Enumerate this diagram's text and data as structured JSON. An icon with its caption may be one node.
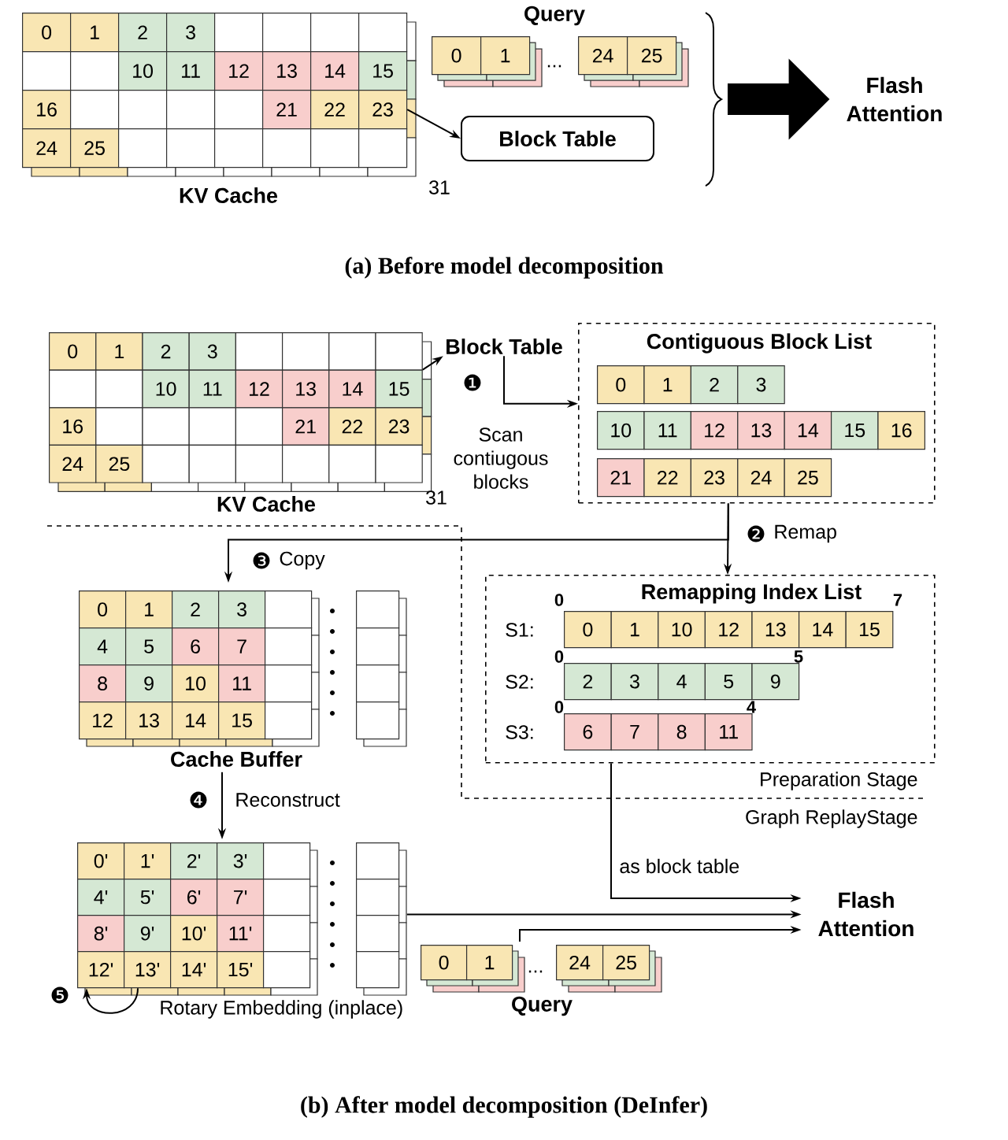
{
  "diagram": {
    "nodes": [
      {
        "text": [
          "KV Cache"
        ],
        "beside": [
          "31"
        ]
      },
      {
        "text": [
          "0"
        ],
        "in": 0
      },
      {
        "text": [
          "1"
        ],
        "in": 0
      },
      {
        "text": [
          "2"
        ],
        "in": 0
      },
      {
        "text": [
          "3"
        ],
        "in": 0
      },
      {
        "text": [],
        "shape": "box",
        "in": 0
      },
      {
        "text": [],
        "shape": "box",
        "in": 0
      },
      {
        "text": [],
        "shape": "box",
        "in": 0
      },
      {
        "text": [],
        "shape": "box",
        "in": 0
      },
      {
        "text": [],
        "shape": "box",
        "in": 0
      },
      {
        "text": [],
        "shape": "box",
        "in": 0
      },
      {
        "text": [
          "10"
        ],
        "in": 0
      },
      {
        "text": [
          "11"
        ],
        "in": 0
      },
      {
        "text": [
          "12"
        ],
        "in": 0
      },
      {
        "text": [
          "13"
        ],
        "in": 0
      },
      {
        "text": [
          "14"
        ],
        "in": 0
      },
      {
        "text": [
          "15"
        ],
        "in": 0
      },
      {
        "text": [
          "16"
        ],
        "in": 0
      },
      {
        "text": [],
        "shape": "box",
        "in": 0
      },
      {
        "text": [],
        "shape": "box",
        "in": 0
      },
      {
        "text": [],
        "shape": "box",
        "in": 0
      },
      {
        "text": [],
        "shape": "box",
        "in": 0
      },
      {
        "text": [
          "21"
        ],
        "in": 0
      },
      {
        "text": [
          "22"
        ],
        "in": 0
      },
      {
        "text": [
          "23"
        ],
        "in": 0
      },
      {
        "text": [
          "24"
        ],
        "in": 0
      },
      {
        "text": [
          "25"
        ],
        "in": 0
      },
      {
        "text": [],
        "shape": "box",
        "in": 0
      },
      {
        "text": [],
        "shape": "box",
        "in": 0
      },
      {
        "text": [],
        "shape": "box",
        "in": 0
      },
      {
        "text": [],
        "shape": "box",
        "in": 0
      },
      {
        "text": [],
        "shape": "box",
        "in": 0
      },
      {
        "text": [],
        "shape": "box",
        "in": 0
      },
      {
        "text": [
          "Query"
        ]
      },
      {
        "text": [
          "0"
        ],
        "in": 33
      },
      {
        "text": [
          "1"
        ],
        "in": 33
      },
      {
        "text": [
          "24"
        ],
        "in": 33
      },
      {
        "text": [
          "25"
        ],
        "in": 33
      },
      {
        "text": [
          "Block Table"
        ]
      },
      {
        "text": [
          "Flash Attention"
        ]
      },
      {
        "text": [
          "KV Cache"
        ],
        "beside": [
          "31"
        ]
      },
      {
        "text": [
          "0"
        ],
        "in": 40
      },
      {
        "text": [
          "1"
        ],
        "in": 40
      },
      {
        "text": [
          "2"
        ],
        "in": 40
      },
      {
        "text": [
          "3"
        ],
        "in": 40
      },
      {
        "text": [],
        "shape": "box",
        "in": 40
      },
      {
        "text": [],
        "shape": "box",
        "in": 40
      },
      {
        "text": [],
        "shape": "box",
        "in": 40
      },
      {
        "text": [],
        "shape": "box",
        "in": 40
      },
      {
        "text": [],
        "shape": "box",
        "in": 40
      },
      {
        "text": [],
        "shape": "box",
        "in": 40
      },
      {
        "text": [
          "10"
        ],
        "in": 40
      },
      {
        "text": [
          "11"
        ],
        "in": 40
      },
      {
        "text": [
          "12"
        ],
        "in": 40
      },
      {
        "text": [
          "13"
        ],
        "in": 40
      },
      {
        "text": [
          "14"
        ],
        "in": 40
      },
      {
        "text": [
          "15"
        ],
        "in": 40
      },
      {
        "text": [
          "16"
        ],
        "in": 40
      },
      {
        "text": [],
        "shape": "box",
        "in": 40
      },
      {
        "text": [],
        "shape": "box",
        "in": 40
      },
      {
        "text": [],
        "shape": "box",
        "in": 40
      },
      {
        "text": [],
        "shape": "box",
        "in": 40
      },
      {
        "text": [
          "21"
        ],
        "in": 40
      },
      {
        "text": [
          "22"
        ],
        "in": 40
      },
      {
        "text": [
          "23"
        ],
        "in": 40
      },
      {
        "text": [
          "24"
        ],
        "in": 40
      },
      {
        "text": [
          "25"
        ],
        "in": 40
      },
      {
        "text": [],
        "shape": "box",
        "in": 40
      },
      {
        "text": [],
        "shape": "box",
        "in": 40
      },
      {
        "text": [],
        "shape": "box",
        "in": 40
      },
      {
        "text": [],
        "shape": "box",
        "in": 40
      },
      {
        "text": [],
        "shape": "box",
        "in": 40
      },
      {
        "text": [],
        "shape": "box",
        "in": 40
      },
      {
        "text": [
          "Block Table"
        ]
      },
      {
        "text": [
          "Contiguous Block List"
        ]
      },
      {
        "text": [
          "0"
        ],
        "in": 74
      },
      {
        "text": [
          "1"
        ],
        "in": 74
      },
      {
        "text": [
          "2"
        ],
        "in": 74
      },
      {
        "text": [
          "3"
        ],
        "in": 74
      },
      {
        "text": [
          "10"
        ],
        "in": 74
      },
      {
        "text": [
          "11"
        ],
        "in": 74
      },
      {
        "text": [
          "12"
        ],
        "in": 74
      },
      {
        "text": [
          "13"
        ],
        "in": 74
      },
      {
        "text": [
          "14"
        ],
        "in": 74
      },
      {
        "text": [
          "15"
        ],
        "in": 74
      },
      {
        "text": [
          "16"
        ],
        "in": 74
      },
      {
        "text": [
          "21"
        ],
        "in": 74
      },
      {
        "text": [
          "22"
        ],
        "in": 74
      },
      {
        "text": [
          "23"
        ],
        "in": 74
      },
      {
        "text": [
          "24"
        ],
        "in": 74
      },
      {
        "text": [
          "25"
        ],
        "in": 74
      },
      {
        "text": [
          "Remapping Index List"
        ]
      },
      {
        "text": [
          "0"
        ],
        "in": 91
      },
      {
        "text": [
          "1"
        ],
        "in": 91
      },
      {
        "text": [
          "10"
        ],
        "in": 91
      },
      {
        "text": [
          "12"
        ],
        "in": 91
      },
      {
        "text": [
          "13"
        ],
        "in": 91
      },
      {
        "text": [
          "14"
        ],
        "in": 91
      },
      {
        "text": [
          "15"
        ],
        "in": 91
      },
      {
        "text": [
          "2"
        ],
        "in": 91
      },
      {
        "text": [
          "3"
        ],
        "in": 91
      },
      {
        "text": [
          "4"
        ],
        "in": 91
      },
      {
        "text": [
          "5"
        ],
        "in": 91
      },
      {
        "text": [
          "9"
        ],
        "in": 91
      },
      {
        "text": [
          "6"
        ],
        "in": 91
      },
      {
        "text": [
          "7"
        ],
        "in": 91
      },
      {
        "text": [
          "8"
        ],
        "in": 91
      },
      {
        "text": [
          "11"
        ],
        "in": 91
      },
      {
        "text": [
          "Cache Buffer"
        ]
      },
      {
        "text": [
          "0"
        ],
        "in": 108
      },
      {
        "text": [
          "1"
        ],
        "in": 108
      },
      {
        "text": [
          "2"
        ],
        "in": 108
      },
      {
        "text": [
          "3"
        ],
        "in": 108
      },
      {
        "text": [],
        "shape": "box",
        "in": 108
      },
      {
        "text": [
          "4"
        ],
        "in": 108
      },
      {
        "text": [
          "5"
        ],
        "in": 108
      },
      {
        "text": [
          "6"
        ],
        "in": 108
      },
      {
        "text": [
          "7"
        ],
        "in": 108
      },
      {
        "text": [],
        "shape": "box",
        "in": 108
      },
      {
        "text": [
          "8"
        ],
        "in": 108
      },
      {
        "text": [
          "9"
        ],
        "in": 108
      },
      {
        "text": [
          "10"
        ],
        "in": 108
      },
      {
        "text": [
          "11"
        ],
        "in": 108
      },
      {
        "text": [],
        "shape": "box",
        "in": 108
      },
      {
        "text": [
          "12"
        ],
        "in": 108
      },
      {
        "text": [
          "13"
        ],
        "in": 108
      },
      {
        "text": [
          "14"
        ],
        "in": 108
      },
      {
        "text": [
          "15"
        ],
        "in": 108
      },
      {
        "text": [],
        "shape": "box",
        "in": 108
      },
      {
        "text": [],
        "shape": "box",
        "in": 108
      },
      {
        "text": [],
        "shape": "box",
        "in": 108
      },
      {
        "text": [],
        "shape": "box",
        "in": 108
      },
      {
        "text": [],
        "shape": "box",
        "in": 108
      },
      {
        "text": [],
        "shape": "box"
      },
      {
        "text": [
          "0'"
        ],
        "in": 133
      },
      {
        "text": [
          "1'"
        ],
        "in": 133
      },
      {
        "text": [
          "2'"
        ],
        "in": 133
      },
      {
        "text": [
          "3'"
        ],
        "in": 133
      },
      {
        "text": [],
        "shape": "box",
        "in": 133
      },
      {
        "text": [
          "4'"
        ],
        "in": 133
      },
      {
        "text": [
          "5'"
        ],
        "in": 133
      },
      {
        "text": [
          "6'"
        ],
        "in": 133
      },
      {
        "text": [
          "7'"
        ],
        "in": 133
      },
      {
        "text": [],
        "shape": "box",
        "in": 133
      },
      {
        "text": [
          "8'"
        ],
        "in": 133
      },
      {
        "text": [
          "9'"
        ],
        "in": 133
      },
      {
        "text": [
          "10'"
        ],
        "in": 133
      },
      {
        "text": [
          "11'"
        ],
        "in": 133
      },
      {
        "text": [],
        "shape": "box",
        "in": 133
      },
      {
        "text": [
          "12'"
        ],
        "in": 133
      },
      {
        "text": [
          "13'"
        ],
        "in": 133
      },
      {
        "text": [
          "14'"
        ],
        "in": 133
      },
      {
        "text": [
          "15'"
        ],
        "in": 133
      },
      {
        "text": [],
        "shape": "box",
        "in": 133
      },
      {
        "text": [],
        "shape": "box",
        "in": 133
      },
      {
        "text": [],
        "shape": "box",
        "in": 133
      },
      {
        "text": [],
        "shape": "box",
        "in": 133
      },
      {
        "text": [],
        "shape": "box",
        "in": 133
      },
      {
        "text": [
          "Query"
        ]
      },
      {
        "text": [
          "0"
        ],
        "in": 158
      },
      {
        "text": [
          "1"
        ],
        "in": 158
      },
      {
        "text": [
          "24"
        ],
        "in": 158
      },
      {
        "text": [
          "25"
        ],
        "in": 158
      },
      {
        "text": [
          "Flash Attention"
        ]
      }
    ],
    "edges": [
      {
        "from": 24,
        "to": 38,
        "arrow": "to"
      },
      {
        "from": null,
        "to": 39,
        "arrow": "to",
        "style": "thick"
      },
      {
        "from": 56,
        "to": 73,
        "arrow": "to"
      },
      {
        "from": 73,
        "to": 74,
        "arrow": "to",
        "label": "Scan contiugous blocks"
      },
      {
        "from": 74,
        "to": 91,
        "arrow": "to",
        "label": "Remap"
      },
      {
        "from": 74,
        "to": 108,
        "arrow": "to",
        "label": "Copy"
      },
      {
        "from": 108,
        "to": 133,
        "arrow": "to",
        "label": "Reconstruct"
      },
      {
        "from": 150,
        "to": 149,
        "arrow": "to",
        "label": "Rotary Embedding (inplace)"
      },
      {
        "from": 91,
        "to": 163,
        "arrow": "to",
        "label": "as block table"
      },
      {
        "from": 133,
        "to": 163,
        "arrow": "to"
      },
      {
        "from": 158,
        "to": 163,
        "arrow": "to"
      }
    ],
    "labels": [
      "(a) Before model decomposition",
      "...",
      "❶",
      "❷",
      "❸",
      "S1:",
      "0",
      "7",
      "S2:",
      "0",
      "5",
      "S3:",
      "0",
      "4",
      "Preparation Stage",
      "Graph ReplayStage",
      "❹",
      "❺",
      "...",
      "(b) After model decomposition (DeInfer)"
    ]
  }
}
